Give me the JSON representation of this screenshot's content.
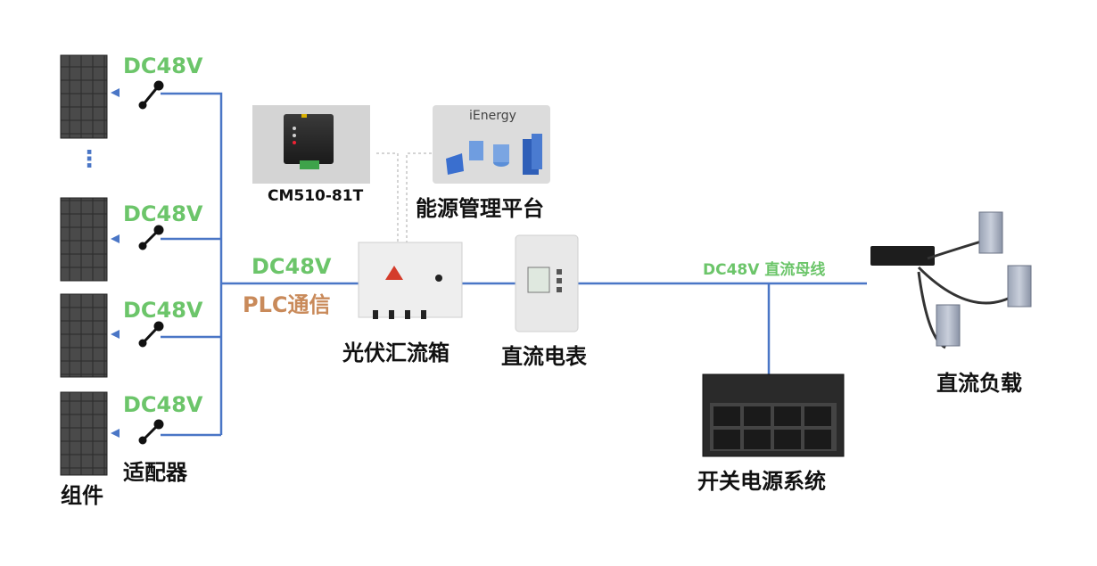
{
  "colors": {
    "line": "#4a76c6",
    "dc_label": "#6cc56a",
    "plc_label": "#c98a5a",
    "text": "#111111"
  },
  "labels": {
    "dc1": "DC48V",
    "dc2": "DC48V",
    "dc3": "DC48V",
    "dc4": "DC48V",
    "dc_combiner": "DC48V",
    "plc": "PLC通信",
    "adapter": "适配器",
    "module": "组件",
    "cm_model": "CM510-81T",
    "platform": "能源管理平台",
    "platform_logo": "iEnergy",
    "combiner_box": "光伏汇流箱",
    "dc_meter": "直流电表",
    "bus": "DC48V 直流母线",
    "dc_load": "直流负载",
    "switch_power": "开关电源系统",
    "ellipsis": "⋮"
  },
  "icons": [
    "solar-panel-icon",
    "dc-adapter-icon",
    "gateway-icon",
    "platform-icon",
    "combiner-box-icon",
    "dc-meter-icon",
    "rectifier-icon",
    "server-icon"
  ]
}
